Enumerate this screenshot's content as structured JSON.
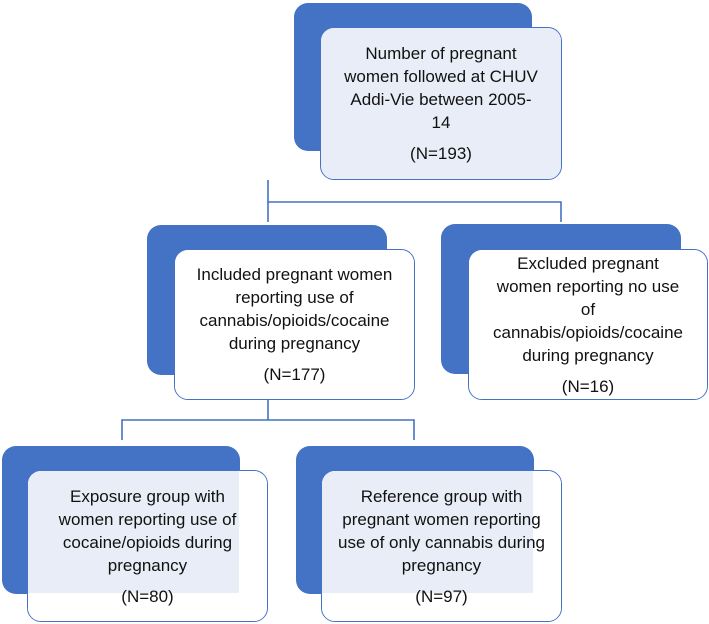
{
  "colors": {
    "accent": "#4472c4",
    "box_fill": "#e8edf7",
    "text": "#111111"
  },
  "nodes": {
    "root": {
      "text": "Number of pregnant women followed at CHUV Addi-Vie between 2005-14",
      "n": "(N=193)"
    },
    "included": {
      "text": "Included pregnant women reporting use of cannabis/opioids/cocaine during pregnancy",
      "n": "(N=177)"
    },
    "excluded": {
      "text": "Excluded pregnant women reporting no use of cannabis/opioids/cocaine during pregnancy",
      "n": "(N=16)"
    },
    "exposure": {
      "text": "Exposure group with women reporting use of cocaine/opioids during pregnancy",
      "n": "(N=80)"
    },
    "reference": {
      "text": "Reference group with pregnant women reporting use of only cannabis during pregnancy",
      "n": "(N=97)"
    }
  }
}
